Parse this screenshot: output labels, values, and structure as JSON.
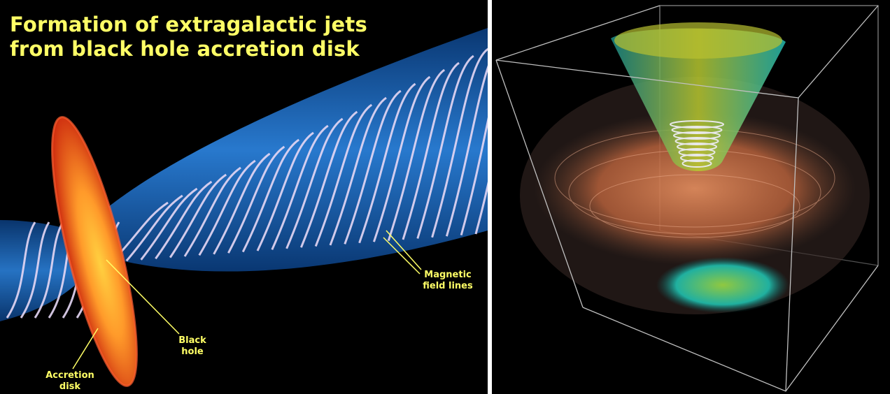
{
  "figure": {
    "title_line_1": "Formation of extragalactic jets",
    "title_line_2": "from black hole accretion disk",
    "labels": {
      "magnetic_1": "Magnetic",
      "magnetic_2": "field lines",
      "black_hole_1": "Black",
      "black_hole_2": "hole",
      "accretion_1": "Accretion",
      "accretion_2": "disk"
    }
  },
  "colors": {
    "background": "#000000",
    "title_text": "#ffff66",
    "label_text": "#ffff66",
    "jet_blue": "#2a7fd8",
    "field_lines": "#e6d8f5",
    "disk_red": "#e8401a",
    "disk_orange": "#ffb030",
    "sim_teal": "#30c8b8",
    "sim_yellow": "#c8d020",
    "sim_orange": "#d8784a",
    "box_edges": "#bbbbbb"
  },
  "icons": {
    "left": "jet-illustration",
    "right": "simulation-render"
  }
}
